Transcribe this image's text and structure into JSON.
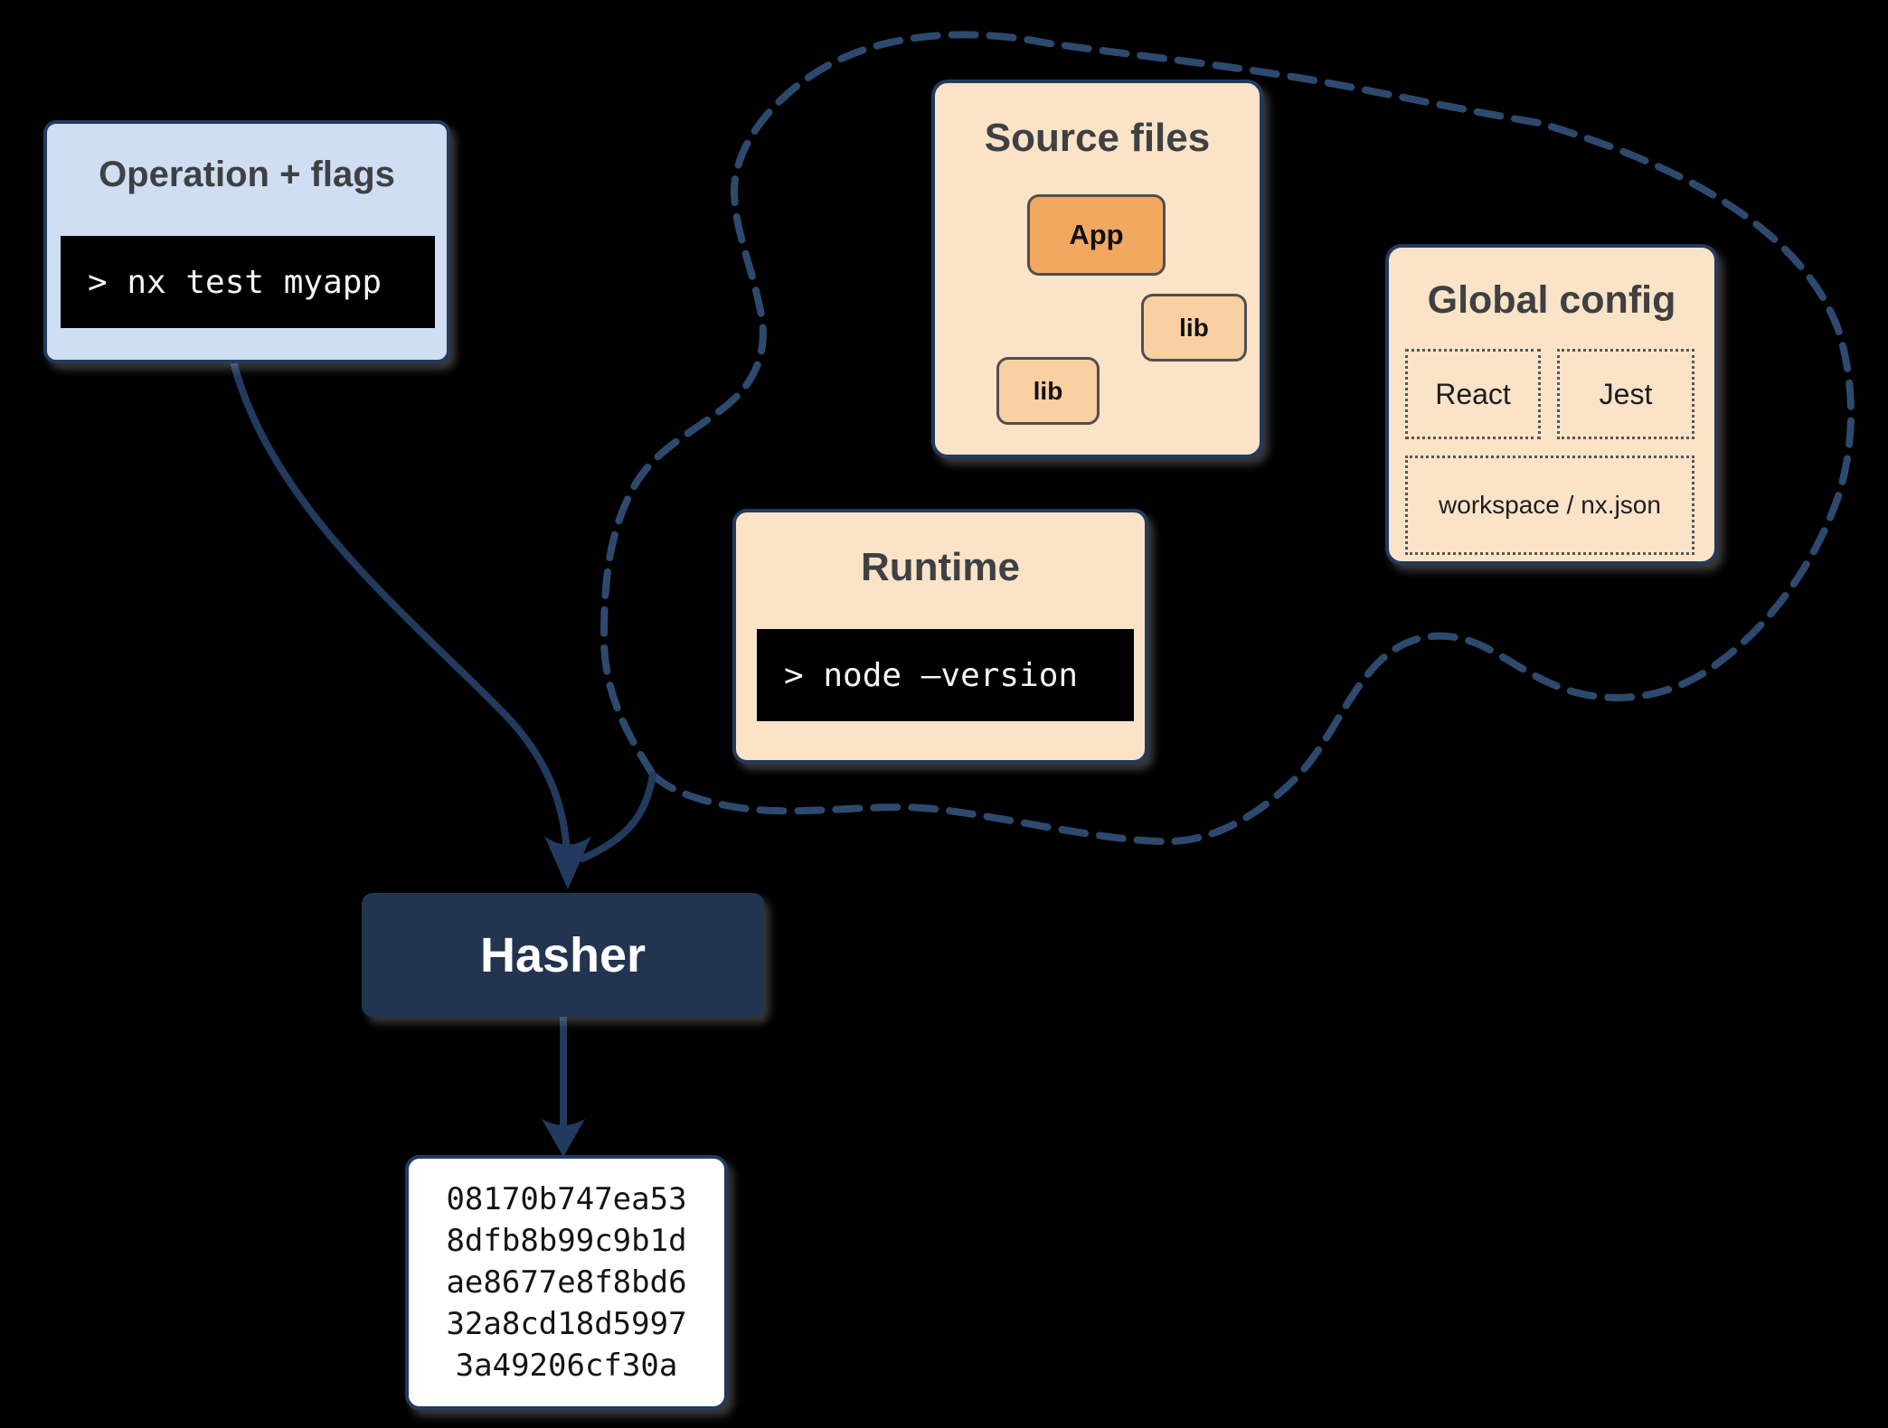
{
  "diagram": {
    "background": "#000000",
    "palette": {
      "navy_border": "#223a5e",
      "dash_navy": "#2d4a6e",
      "light_blue_fill": "#cfdef2",
      "peach_fill": "#fbe3c8",
      "app_orange": "#f2a860",
      "lib_orange": "#f8d0a2",
      "node_border_gray": "#4f4f4f",
      "terminal_bg": "#000000",
      "terminal_text": "#f5f5f5",
      "title_text": "#3e4043",
      "hasher_bg": "#223450",
      "hasher_text": "#ffffff"
    },
    "operation_box": {
      "title": "Operation + flags",
      "command": "> nx test myapp"
    },
    "source_files": {
      "title": "Source files",
      "app_label": "App",
      "lib_right_label": "lib",
      "lib_left_label": "lib"
    },
    "global_config": {
      "title": "Global config",
      "item_react": "React",
      "item_jest": "Jest",
      "item_workspace": "workspace / nx.json"
    },
    "runtime": {
      "title": "Runtime",
      "command": "> node –version"
    },
    "hasher": {
      "label": "Hasher"
    },
    "hash_output": {
      "lines": [
        "08170b747ea53",
        "8dfb8b99c9b1d",
        "ae8677e8f8bd6",
        "32a8cd18d5997",
        "3a49206cf30a"
      ]
    }
  }
}
